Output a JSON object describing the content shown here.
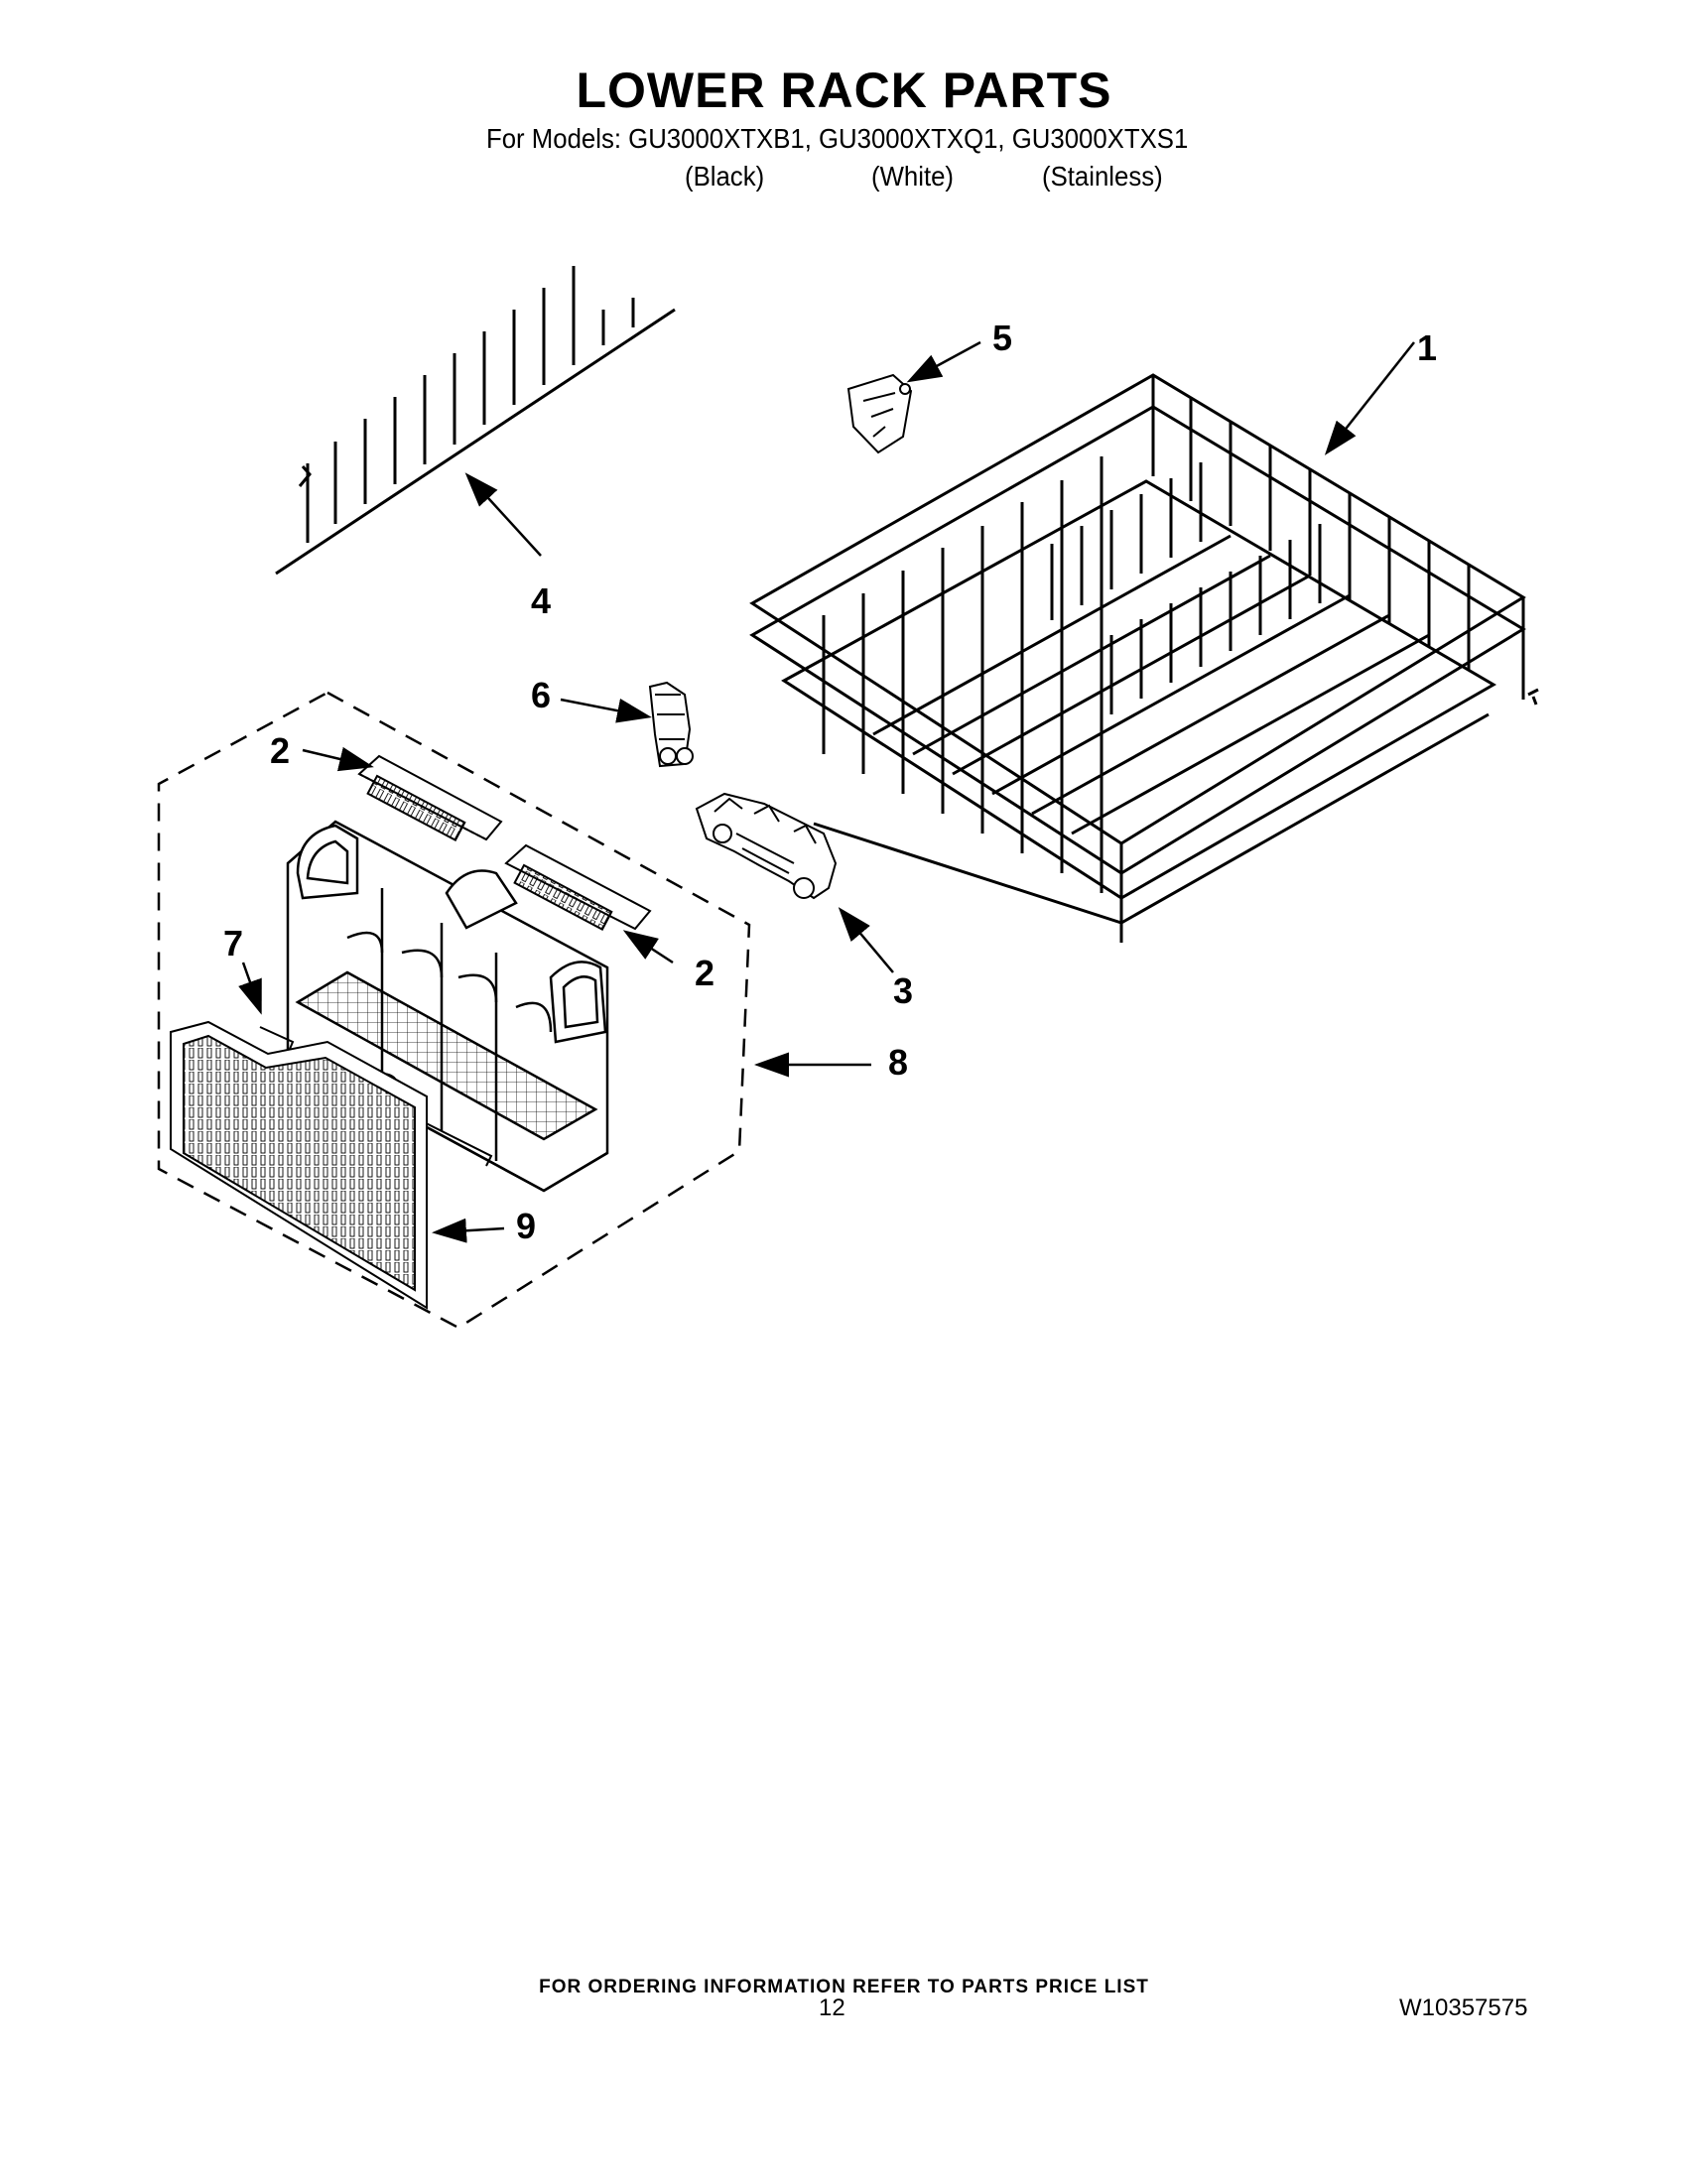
{
  "header": {
    "title": "LOWER RACK PARTS",
    "models_line": "For Models: GU3000XTXB1, GU3000XTXQ1, GU3000XTXS1",
    "variants": [
      "(Black)",
      "(White)",
      "(Stainless)"
    ]
  },
  "callouts": [
    "1",
    "2",
    "2",
    "3",
    "4",
    "5",
    "6",
    "7",
    "8",
    "9"
  ],
  "footer": {
    "ordering_note": "FOR ORDERING INFORMATION REFER TO PARTS PRICE LIST",
    "page_number": "12",
    "document_number": "W10357575"
  }
}
